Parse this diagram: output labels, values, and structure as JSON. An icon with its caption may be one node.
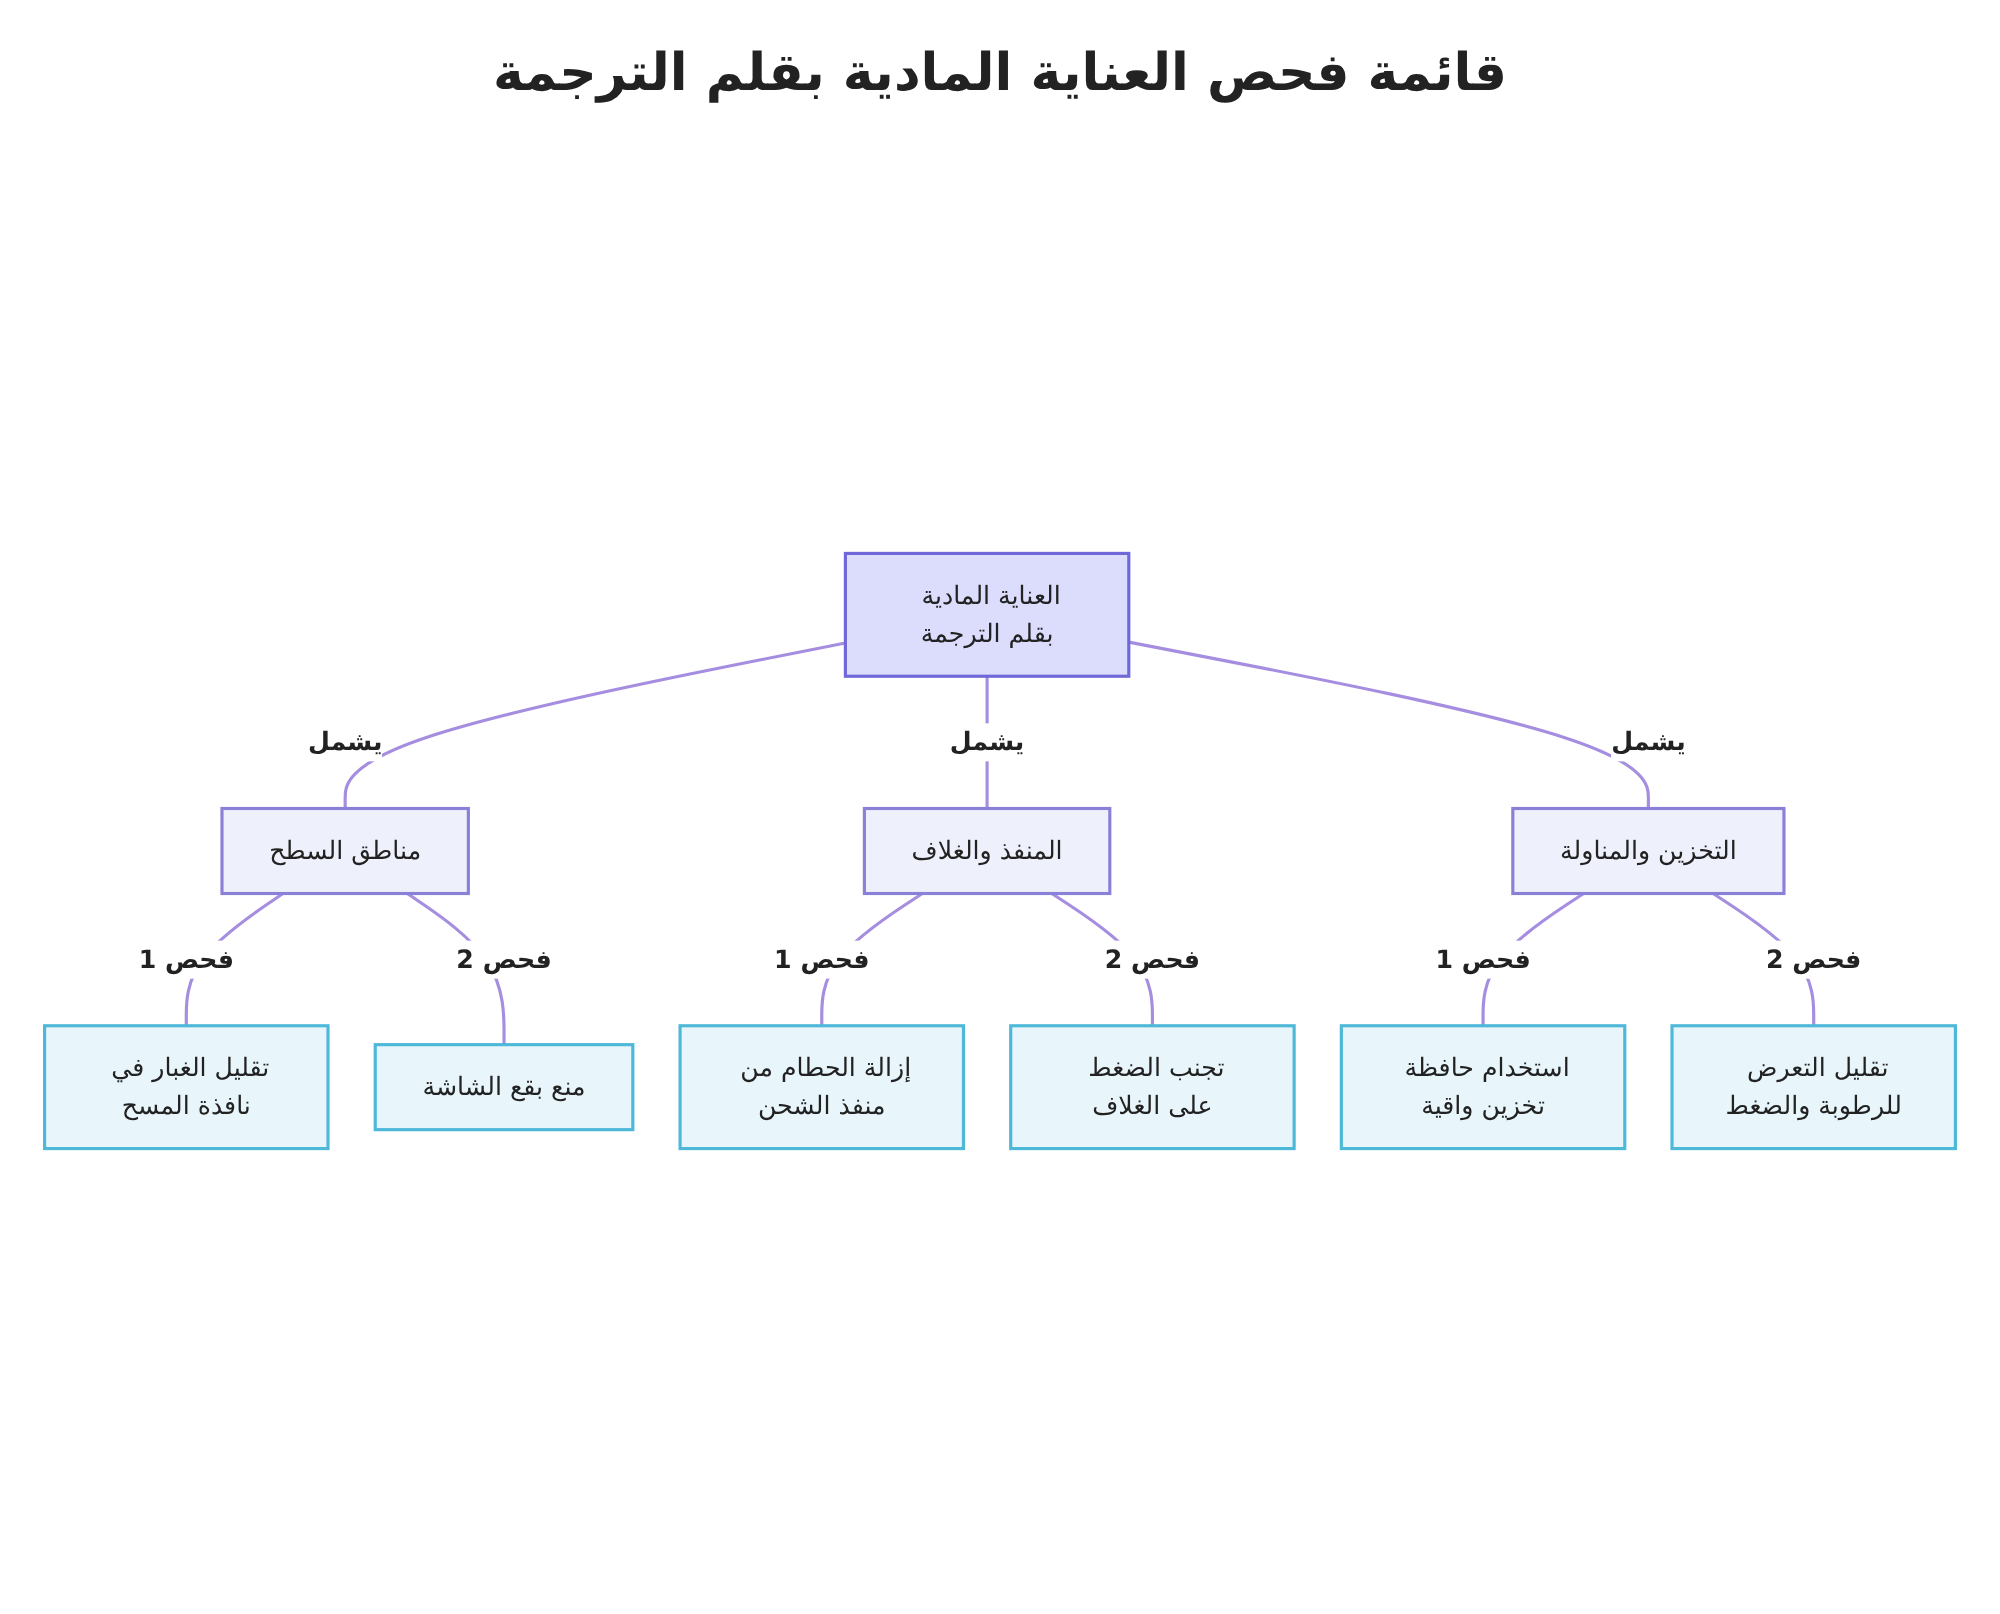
{
  "diagram": {
    "title": "قائمة فحص العناية المادية بقلم الترجمة",
    "nodes": [
      {
        "text": [
          "العناية المادية بقلم الترجمة"
        ]
      },
      {
        "text": [
          "مناطق السطح"
        ]
      },
      {
        "text": [
          "المنفذ والغلاف"
        ]
      },
      {
        "text": [
          "التخزين والمناولة"
        ]
      },
      {
        "text": [
          "تقليل الغبار في نافذة المسح"
        ]
      },
      {
        "text": [
          "منع بقع الشاشة"
        ]
      },
      {
        "text": [
          "إزالة الحطام من منفذ الشحن"
        ]
      },
      {
        "text": [
          "تجنب الضغط على الغلاف"
        ]
      },
      {
        "text": [
          "استخدام حافظة تخزين واقية"
        ]
      },
      {
        "text": [
          "تقليل التعرض للرطوبة والضغط"
        ]
      }
    ],
    "edges": [
      {
        "from": 0,
        "to": 1,
        "arrow": "none",
        "label": "يشمل"
      },
      {
        "from": 0,
        "to": 2,
        "arrow": "none",
        "label": "يشمل"
      },
      {
        "from": 0,
        "to": 3,
        "arrow": "none",
        "label": "يشمل"
      },
      {
        "from": 1,
        "to": 4,
        "arrow": "none",
        "label": "فحص 1"
      },
      {
        "from": 1,
        "to": 5,
        "arrow": "none",
        "label": "فحص 2"
      },
      {
        "from": 2,
        "to": 6,
        "arrow": "none",
        "label": "فحص 1"
      },
      {
        "from": 2,
        "to": 7,
        "arrow": "none",
        "label": "فحص 2"
      },
      {
        "from": 3,
        "to": 8,
        "arrow": "none",
        "label": "فحص 1"
      },
      {
        "from": 3,
        "to": 9,
        "arrow": "none",
        "label": "فحص 2"
      }
    ]
  }
}
